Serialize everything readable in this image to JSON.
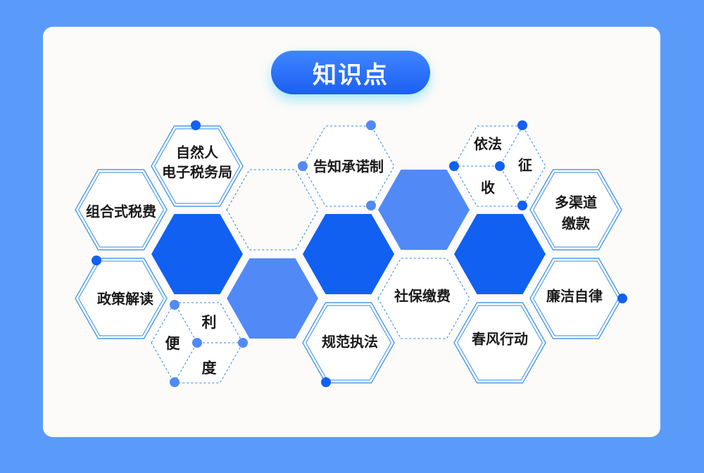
{
  "title": "知识点",
  "colors": {
    "background": "#5a9bfa",
    "card": "#fcfbf9",
    "hex_solid_dark": "#1160f2",
    "hex_solid_light": "#518af6",
    "hex_outline": "#2a88e8",
    "dot_dark": "#1160f2",
    "dot_light": "#518af6"
  },
  "labels": {
    "ziranren_l1": "自然人",
    "ziranren_l2": "电子税务局",
    "zuhe": "组合式税费",
    "zhengce": "政策解读",
    "bian": "便",
    "li": "利",
    "du": "度",
    "gaozhi": "告知承诺制",
    "guifan": "规范执法",
    "shebao": "社保缴费",
    "yifa": "依法",
    "zheng": "征",
    "shou": "收",
    "duoqudao_l1": "多渠道",
    "duoqudao_l2": "缴款",
    "lianjie": "廉洁自律",
    "chunfeng": "春风行动"
  }
}
